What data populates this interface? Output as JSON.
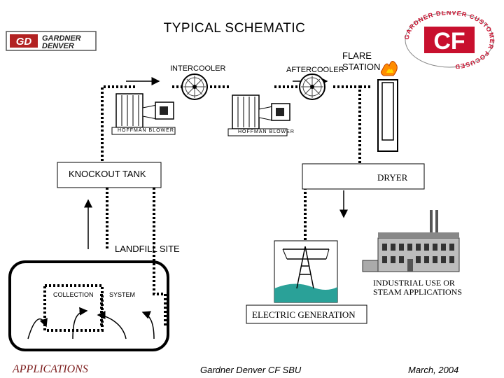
{
  "header": {
    "title": "TYPICAL SCHEMATIC",
    "gd_logo_line1": "GARDNER",
    "gd_logo_line2": "DENVER",
    "gd_logo_mark": "GD",
    "cf_logo_ring": "GARDNER DENVER CUSTOMER FOCUSED",
    "cf_logo_mark": "CF"
  },
  "labels": {
    "intercooler": "INTERCOOLER",
    "aftercooler": "AFTERCOOLER",
    "flare_line1": "FLARE",
    "flare_line2": "STATION",
    "blower1": "HOFFMAN BLOWER",
    "blower2": "HOFFMAN BLOWER",
    "knockout_tank": "KNOCKOUT TANK",
    "dryer": "DRYER",
    "landfill_site": "LANDFILL SITE",
    "collection": "COLLECTION",
    "system": "SYSTEM",
    "industrial_line1": "INDUSTRIAL USE OR",
    "industrial_line2": "STEAM APPLICATIONS",
    "electric_generation": "ELECTRIC GENERATION"
  },
  "footer": {
    "left": "APPLICATIONS",
    "center": "Gardner Denver CF SBU",
    "right": "March, 2004"
  },
  "colors": {
    "gd_red": "#b22222",
    "cf_red": "#c8102e",
    "footer_left": "#7a1a1a",
    "water": "#2aa198",
    "flame": "#ff8c00"
  }
}
